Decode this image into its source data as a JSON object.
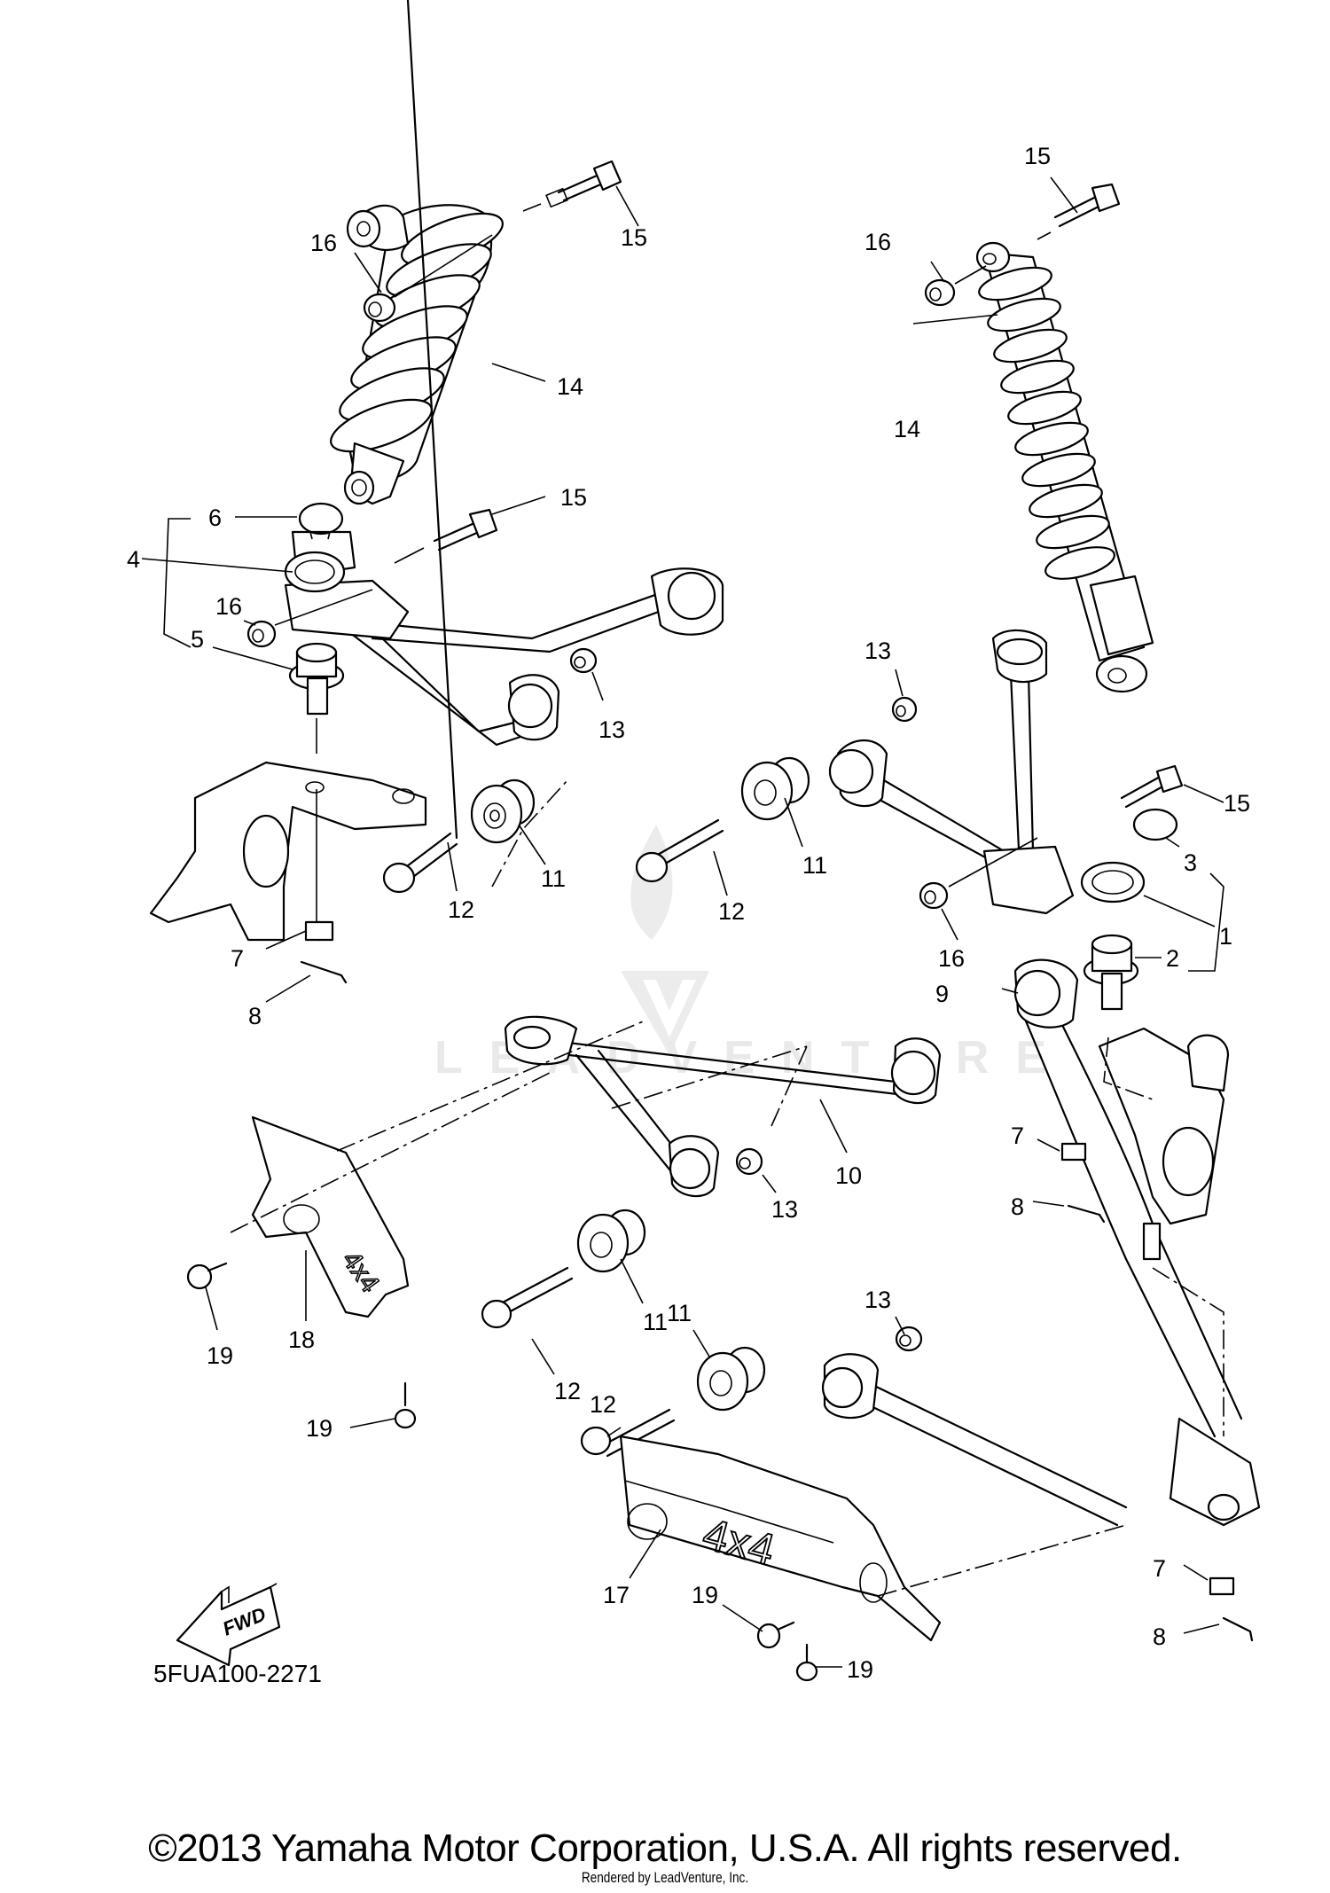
{
  "diagram": {
    "title": "Front Suspension & Wheel (parts diagram)",
    "diagram_code": "5FUA100-2271",
    "direction_indicator": "FWD",
    "watermark": "LEADVENTURE",
    "copyright": "©2013 Yamaha Motor Corporation, U.S.A. All rights reserved.",
    "rendered_by": "Rendered by LeadVenture, Inc.",
    "decal_text": "4x4",
    "callouts": [
      {
        "id": "c15a",
        "label": "15"
      },
      {
        "id": "c16a",
        "label": "16"
      },
      {
        "id": "c14a",
        "label": "14"
      },
      {
        "id": "c15b",
        "label": "15"
      },
      {
        "id": "c6",
        "label": "6"
      },
      {
        "id": "c4",
        "label": "4"
      },
      {
        "id": "c16b",
        "label": "16"
      },
      {
        "id": "c5",
        "label": "5"
      },
      {
        "id": "c13a",
        "label": "13"
      },
      {
        "id": "c11a",
        "label": "11"
      },
      {
        "id": "c12a",
        "label": "12"
      },
      {
        "id": "c7a",
        "label": "7"
      },
      {
        "id": "c8a",
        "label": "8"
      },
      {
        "id": "c15c",
        "label": "15"
      },
      {
        "id": "c16c",
        "label": "16"
      },
      {
        "id": "c14b",
        "label": "14"
      },
      {
        "id": "c13b",
        "label": "13"
      },
      {
        "id": "c11b",
        "label": "11"
      },
      {
        "id": "c12b",
        "label": "12"
      },
      {
        "id": "c15d",
        "label": "15"
      },
      {
        "id": "c3",
        "label": "3"
      },
      {
        "id": "c1",
        "label": "1"
      },
      {
        "id": "c2",
        "label": "2"
      },
      {
        "id": "c16d",
        "label": "16"
      },
      {
        "id": "c10",
        "label": "10"
      },
      {
        "id": "c13c",
        "label": "13"
      },
      {
        "id": "c11c",
        "label": "11"
      },
      {
        "id": "c12c",
        "label": "12"
      },
      {
        "id": "c18",
        "label": "18"
      },
      {
        "id": "c19a",
        "label": "19"
      },
      {
        "id": "c19b",
        "label": "19"
      },
      {
        "id": "c7b",
        "label": "7"
      },
      {
        "id": "c8b",
        "label": "8"
      },
      {
        "id": "c9",
        "label": "9"
      },
      {
        "id": "c13d",
        "label": "13"
      },
      {
        "id": "c11d",
        "label": "11"
      },
      {
        "id": "c12d",
        "label": "12"
      },
      {
        "id": "c17",
        "label": "17"
      },
      {
        "id": "c19c",
        "label": "19"
      },
      {
        "id": "c19d",
        "label": "19"
      },
      {
        "id": "c7c",
        "label": "7"
      },
      {
        "id": "c8c",
        "label": "8"
      }
    ]
  }
}
